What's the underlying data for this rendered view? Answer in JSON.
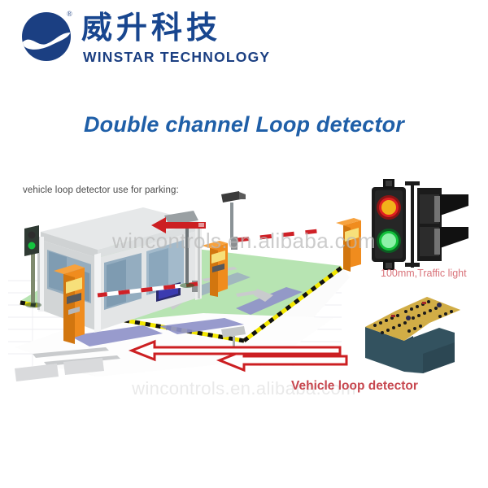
{
  "header": {
    "logo_icon": "winstar-wave-circle-logo",
    "registered_mark": "®",
    "company_name_cn": "威升科技",
    "company_name_en": "WINSTAR TECHNOLOGY",
    "brand_color": "#18468f"
  },
  "title": {
    "text": "Double channel Loop detector",
    "color": "#1f5fa8"
  },
  "scene": {
    "caption": "vehicle loop detector use for parking:",
    "caption_color": "#4a4a4a",
    "watermark": "wincontrols.en.alibaba.com",
    "watermark2": "wincontrols.en.alibaba.com",
    "ground_color": "#b9e7b4",
    "road_color": "#ffffff",
    "loop_color": "#8f92c9",
    "booth_color": "#d7d9da",
    "ticket_machine_color": "#f08c1e",
    "curb_stripe_colors": [
      "#1a1a1a",
      "#f2e600"
    ],
    "barrier_colors": [
      "#cf2026",
      "#ffffff"
    ],
    "arrow_color": "#cc1f22"
  },
  "products": {
    "traffic_light": {
      "label": "100mm,Traffic light",
      "label_color": "#d9737a",
      "lamp_red": "#e02020",
      "lamp_green": "#13c23c",
      "housing_color": "#1b1b1b"
    },
    "loop_detector": {
      "label": "Vehicle loop detector",
      "label_color": "#c7474f",
      "body_color": "#33525f",
      "top_color": "#c8a43c",
      "pin_color": "#1a1a1a"
    }
  }
}
